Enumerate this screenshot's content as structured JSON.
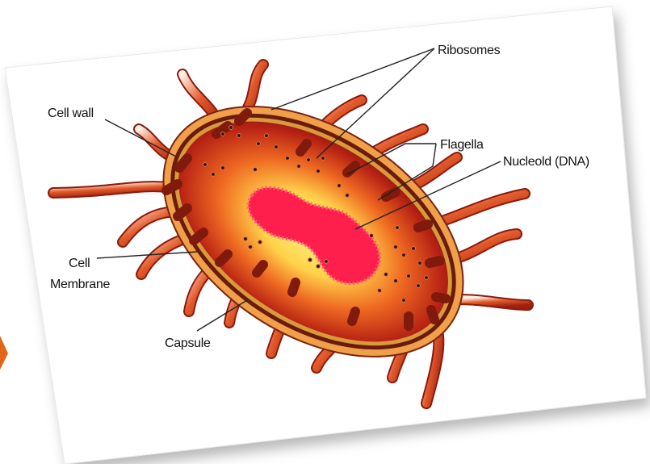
{
  "diagram": {
    "labels": {
      "ribosomes": "Ribosomes",
      "cell_wall": "Cell wall",
      "flagella": "Flagella",
      "nucleoid": "Nucleold (DNA)",
      "cell_membrane_line1": "Cell",
      "cell_membrane_line2": "Membrane",
      "capsule": "Capsule"
    },
    "colors": {
      "cytoplasm_center": "#ffe766",
      "cytoplasm_mid": "#ef6a22",
      "cytoplasm_edge": "#a01812",
      "capsule": "#f0a048",
      "cell_wall": "#6b1b0e",
      "flagella": "#c83d1a",
      "nucleoid": "#ff1f4d",
      "arrow_accent": "#e2661a"
    }
  }
}
